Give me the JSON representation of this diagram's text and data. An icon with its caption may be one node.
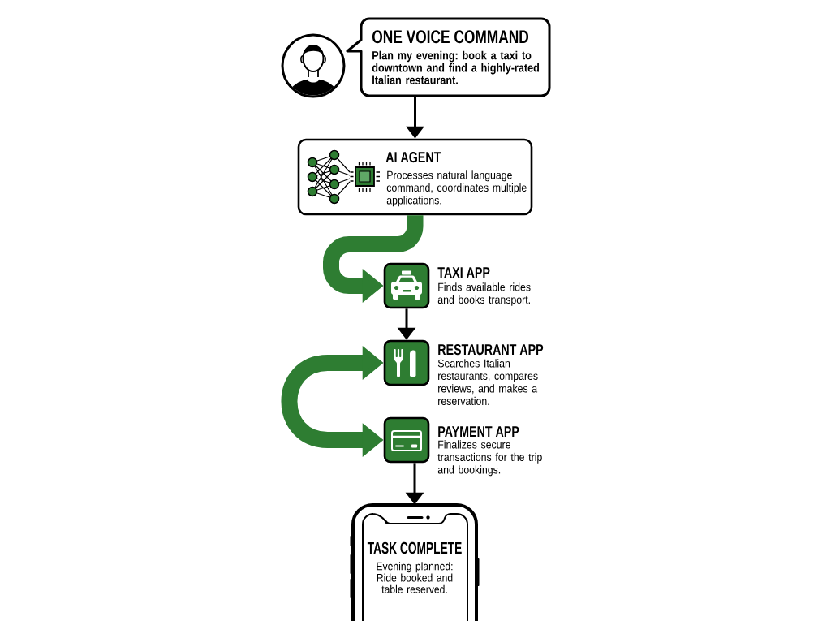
{
  "diagram": {
    "nodes": [
      {
        "text": [
          "ONE VOICE COMMAND",
          "Plan my evening: book a taxi to downtown and find a highly-rated Italian restaurant."
        ]
      },
      {
        "text": [
          "AI AGENT",
          "Processes natural language command, coordinates multiple applications."
        ]
      },
      {
        "text": [
          "TAXI APP",
          "Finds available rides and books transport."
        ]
      },
      {
        "text": [
          "RESTAURANT APP",
          "Searches Italian restaurants, compares reviews, and makes a reservation."
        ]
      },
      {
        "text": [
          "PAYMENT APP",
          "Finalizes secure transactions for the trip and bookings."
        ]
      },
      {
        "text": [
          "TASK COMPLETE",
          "Evening planned: Ride booked and table reserved."
        ]
      }
    ],
    "edges": [
      {
        "from": 0,
        "to": 1,
        "arrow": "to"
      },
      {
        "from": 1,
        "to": 2,
        "arrow": "to",
        "style": "thick",
        "color": "#2e7d32"
      },
      {
        "from": 2,
        "to": 3,
        "arrow": "to"
      },
      {
        "from": 3,
        "to": 4,
        "arrow": "both",
        "style": "thick",
        "color": "#2e7d32"
      },
      {
        "from": 4,
        "to": 5,
        "arrow": "to"
      }
    ]
  }
}
